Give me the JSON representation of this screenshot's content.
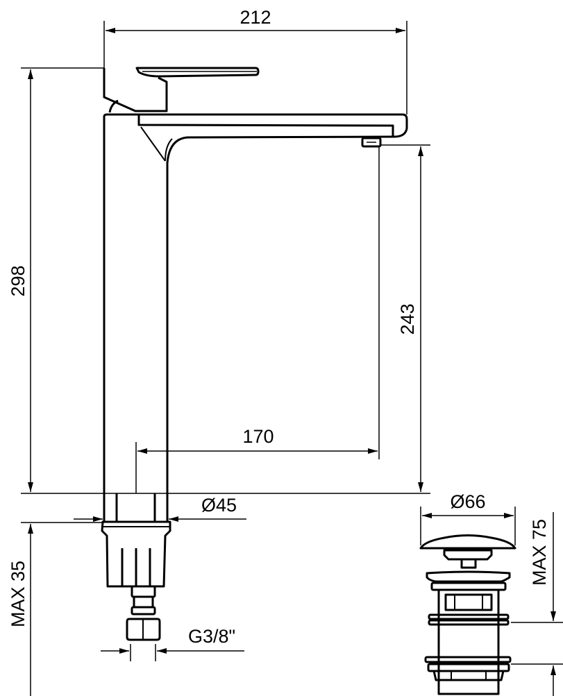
{
  "drawing": {
    "dimensions": {
      "spout_reach_total": "212",
      "total_height": "298",
      "spout_outlet_height": "243",
      "spout_projection": "170",
      "base_diameter": "Ø45",
      "max_deck_thickness": "MAX 35",
      "connection_thread": "G3/8\"",
      "waste_cap_diameter": "Ø66",
      "waste_max_depth": "MAX 75"
    },
    "line_color": "#000000",
    "background": "#ffffff"
  }
}
